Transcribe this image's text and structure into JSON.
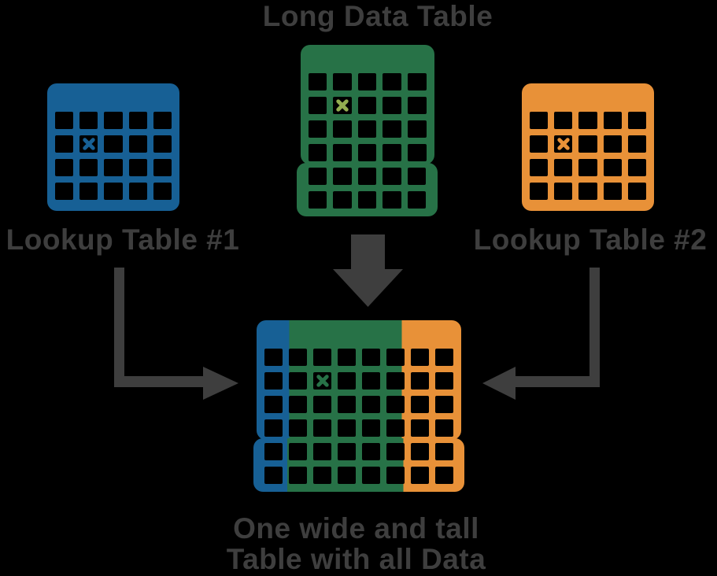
{
  "background": "#000000",
  "colors": {
    "bg": "#000000",
    "gray": "#3e3e3e",
    "blue": "#176095",
    "green": "#277247",
    "orange": "#e89138",
    "light_green": "#94ae51",
    "cell": "#000000"
  },
  "title": "Long Data Table",
  "labels": {
    "lookup1": "Lookup Table #1",
    "lookup2": "Lookup Table #2"
  },
  "caption": {
    "line1": "One wide and tall",
    "line2": "Table with all Data"
  },
  "icons": {
    "down_arrow": "block-arrow-down",
    "left_elbow": "elbow-arrow-pointing-right",
    "right_elbow": "elbow-arrow-pointing-left",
    "x_mark": "x-cell-marker"
  },
  "tables": {
    "long": {
      "name": "long-data-table",
      "cols": 5,
      "segments": [
        {
          "rows": 4,
          "header": true
        },
        {
          "rows": 2,
          "header": false
        }
      ],
      "fill": "green",
      "x_mark": {
        "row": 2,
        "col": 2,
        "color": "light_green"
      }
    },
    "lookup1": {
      "name": "lookup-table-1",
      "cols": 5,
      "segments": [
        {
          "rows": 4,
          "header": true
        }
      ],
      "fill": "blue",
      "x_mark": {
        "row": 2,
        "col": 2,
        "color": "blue"
      }
    },
    "lookup2": {
      "name": "lookup-table-2",
      "cols": 5,
      "segments": [
        {
          "rows": 4,
          "header": true
        }
      ],
      "fill": "orange",
      "x_mark": {
        "row": 2,
        "col": 2,
        "color": "orange"
      }
    },
    "merged": {
      "name": "merged-wide-tall-table",
      "cols": 8,
      "segments": [
        {
          "rows": 4,
          "header": true
        },
        {
          "rows": 2,
          "header": false
        }
      ],
      "bands": [
        {
          "color": "blue",
          "from": 0,
          "to": 16
        },
        {
          "color": "green",
          "from": 16,
          "to": 71
        },
        {
          "color": "orange",
          "from": 71,
          "to": 100
        }
      ],
      "x_mark": {
        "row": 2,
        "col": 3,
        "color": "green"
      }
    }
  }
}
